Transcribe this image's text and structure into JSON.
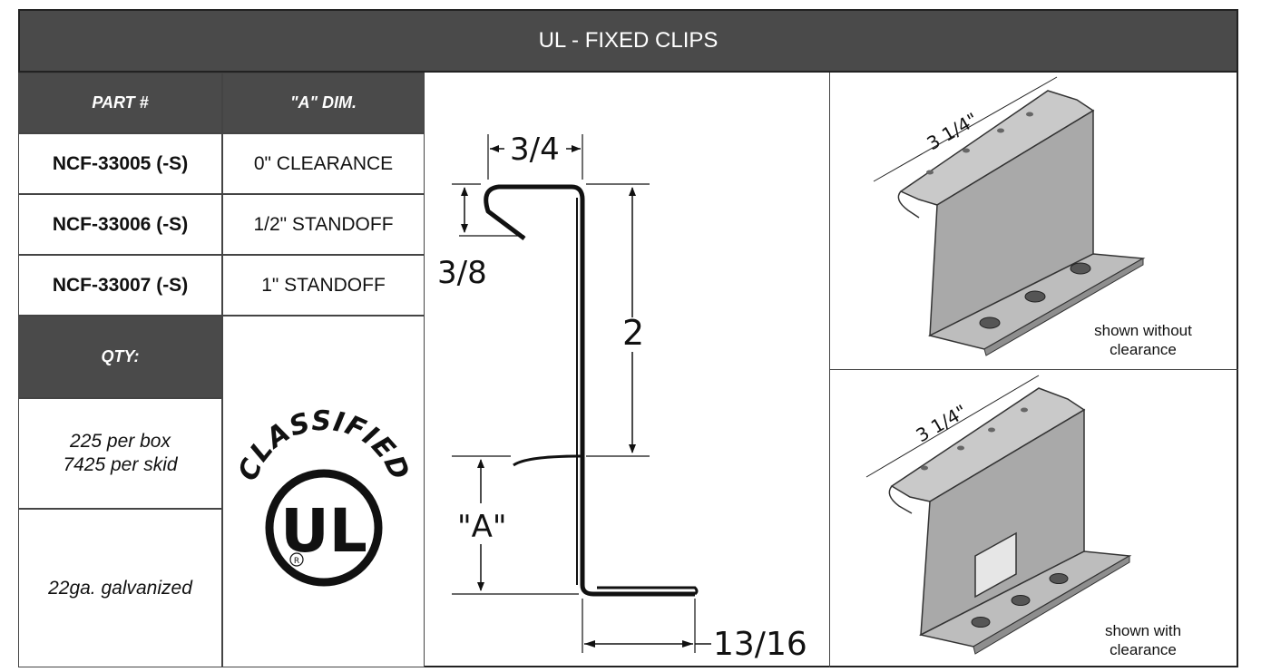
{
  "title": "UL - FIXED CLIPS",
  "table": {
    "headers": {
      "part": "PART #",
      "dim": "\"A\" DIM."
    },
    "rows": [
      {
        "part": "NCF-33005 (-S)",
        "dim": "0\" CLEARANCE"
      },
      {
        "part": "NCF-33006 (-S)",
        "dim": "1/2\" STANDOFF"
      },
      {
        "part": "NCF-33007 (-S)",
        "dim": "1\" STANDOFF"
      }
    ],
    "qty_header": "QTY:",
    "qty_lines": [
      "225 per box",
      "7425 per skid"
    ],
    "material": "22ga. galvanized"
  },
  "ul_mark": {
    "arc_text": "CLASSIFIED",
    "letters": "UL",
    "registered": "R"
  },
  "drawing": {
    "dim_top": "3/4",
    "dim_hook": "3/8",
    "dim_height": "2",
    "dim_a": "\"A\"",
    "dim_bottom": "13/16"
  },
  "views": [
    {
      "dim": "3 1/4\"",
      "caption_lines": [
        "shown without",
        "clearance"
      ]
    },
    {
      "dim": "3 1/4\"",
      "caption_lines": [
        "shown with",
        "clearance"
      ]
    }
  ],
  "colors": {
    "header_bg": "#4a4a4a",
    "metal": "#b8b8b8"
  }
}
